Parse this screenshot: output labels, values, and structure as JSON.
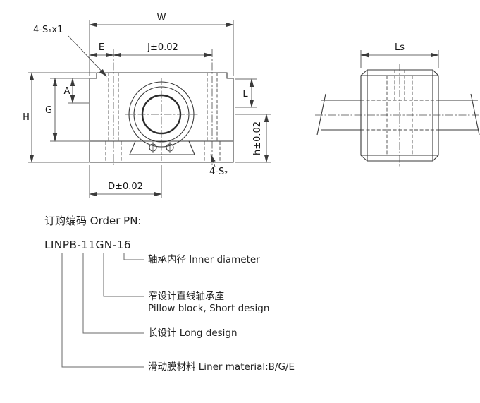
{
  "page": {
    "background": "#ffffff",
    "line_color": "#3a3a3a"
  },
  "front_view": {
    "dim_s1": "4-S₁x1",
    "dim_w": "W",
    "dim_e": "E",
    "dim_j": "J±0.02",
    "dim_a": "A",
    "dim_g": "G",
    "dim_h_total": "H",
    "dim_l": "L",
    "dim_h_center": "h±0.02",
    "dim_s2": "4-S₂",
    "dim_d": "D±0.02"
  },
  "side_view": {
    "dim_ls": "Ls"
  },
  "order": {
    "title": "订购编码 Order PN:",
    "part_number": "LINPB-11GN-16",
    "callouts": [
      {
        "text": "轴承内径 Inner diameter",
        "text2": ""
      },
      {
        "text": "窄设计直线轴承座",
        "text2": "Pillow block, Short design"
      },
      {
        "text": "长设计 Long design",
        "text2": ""
      },
      {
        "text": "滑动膜材料 Liner material:B/G/E",
        "text2": ""
      }
    ]
  }
}
